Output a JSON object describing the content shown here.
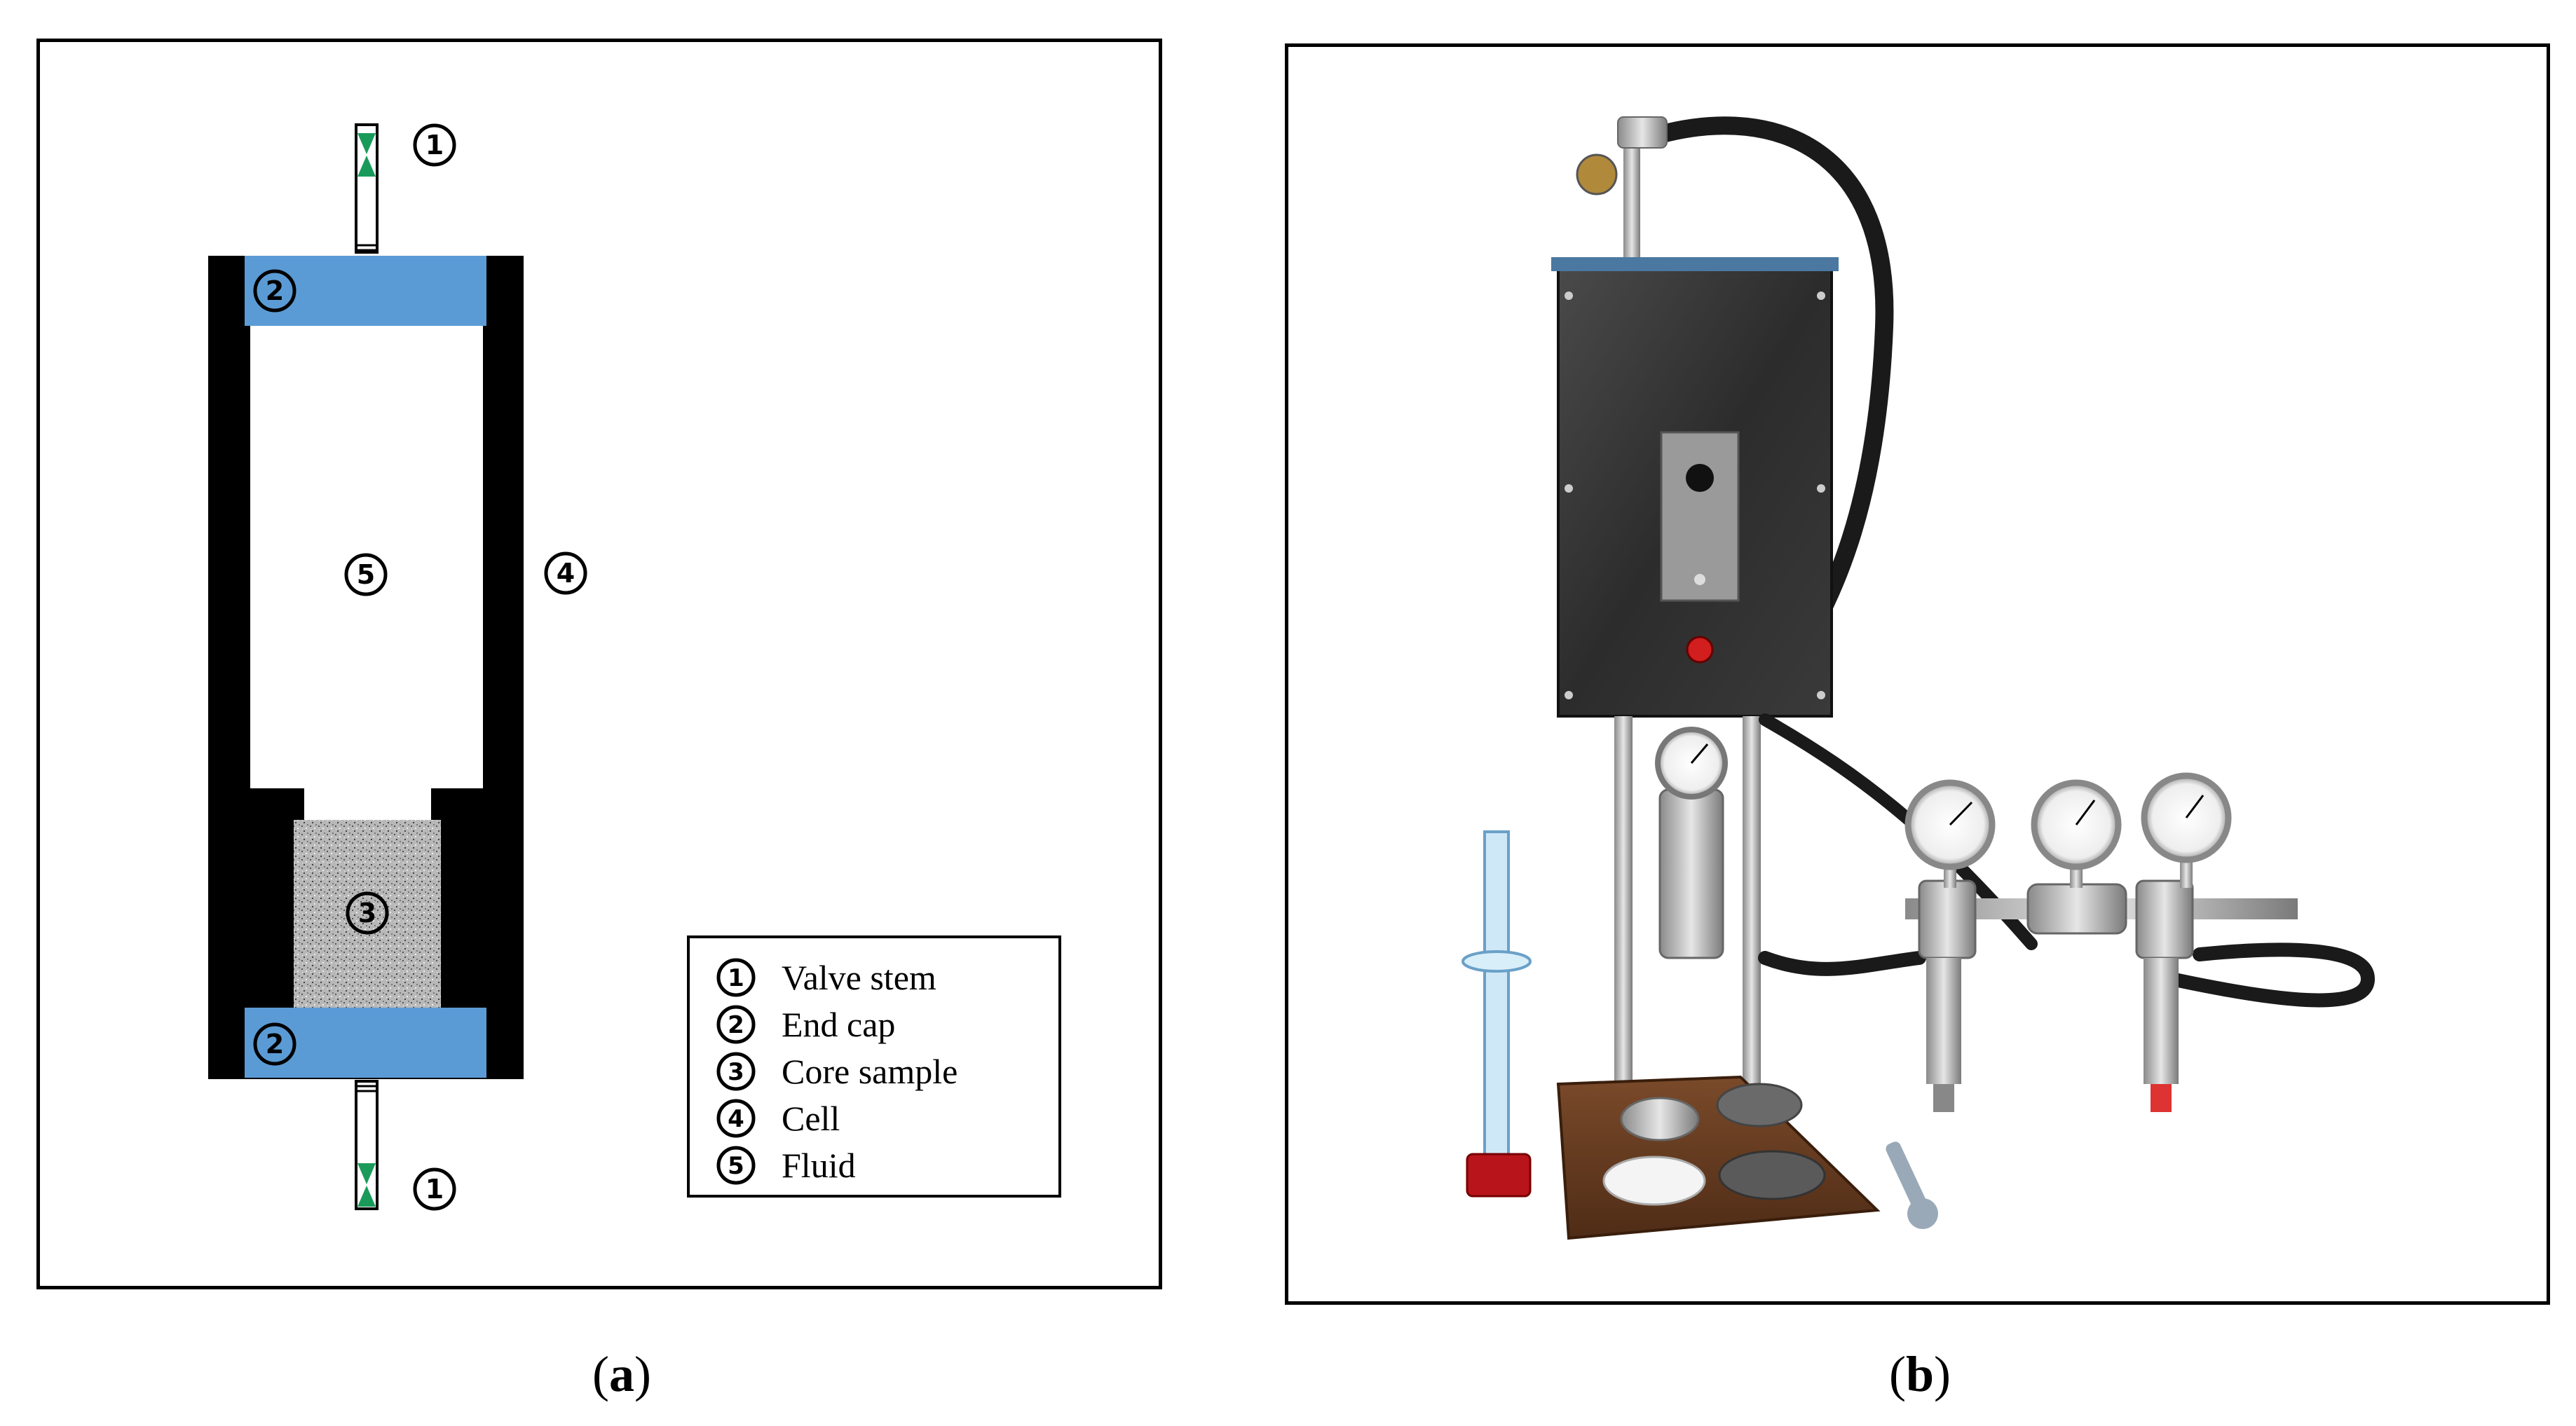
{
  "diagram": {
    "markers": {
      "valve_stem": "1",
      "end_cap": "2",
      "core_sample": "3",
      "cell": "4",
      "fluid": "5"
    },
    "legend": [
      {
        "num": "1",
        "label": "Valve stem"
      },
      {
        "num": "2",
        "label": "End cap"
      },
      {
        "num": "3",
        "label": "Core sample"
      },
      {
        "num": "4",
        "label": "Cell"
      },
      {
        "num": "5",
        "label": "Fluid"
      }
    ],
    "colors": {
      "cell": "#000000",
      "end_cap": "#5b9bd5",
      "valve_band": "#1a9a5a",
      "core_sample": "#b8b8b8"
    }
  },
  "captions": {
    "a_open": "(",
    "a_letter": "a",
    "a_close": ")",
    "b_open": "(",
    "b_letter": "b",
    "b_close": ")"
  }
}
